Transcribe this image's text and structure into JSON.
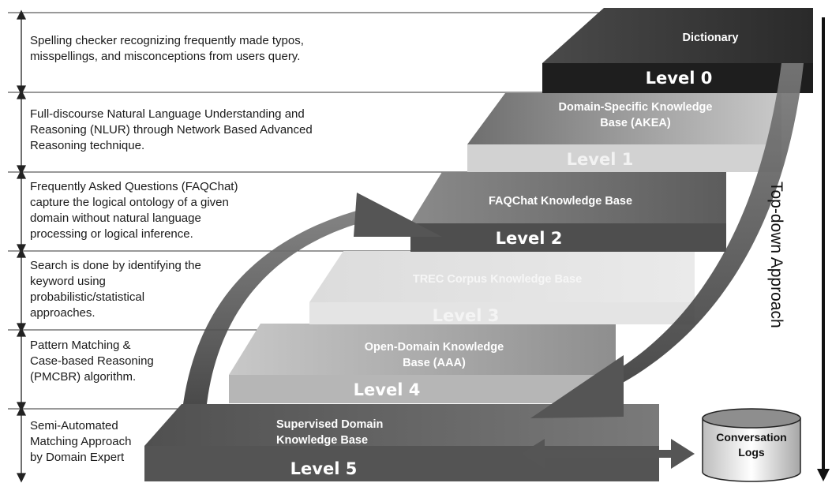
{
  "descriptions": [
    "Spelling checker  recognizing frequently made typos,\nmisspellings, and misconceptions from users query.",
    "Full-discourse Natural Language Understanding and\nReasoning (NLUR)  through Network Based Advanced\nReasoning technique.",
    "Frequently Asked Questions (FAQChat)\ncapture the logical ontology of a given\ndomain without natural language\nprocessing or logical inference.",
    "Search is done by identifying the\nkeyword  using\nprobabilistic/statistical\napproaches.",
    "Pattern Matching &\nCase-based Reasoning\n(PMCBR) algorithm.",
    "Semi-Automated\nMatching Approach\nby Domain Expert"
  ],
  "steps": [
    {
      "title": "Dictionary",
      "level": "Level 0"
    },
    {
      "title": "Domain-Specific Knowledge\nBase (AKEA)",
      "level": "Level 1"
    },
    {
      "title": "FAQChat Knowledge Base",
      "level": "Level 2"
    },
    {
      "title": "TREC Corpus Knowledge Base",
      "level": "Level 3"
    },
    {
      "title": "Open-Domain Knowledge\nBase (AAA)",
      "level": "Level 4"
    },
    {
      "title": "Supervised Domain\nKnowledge Base",
      "level": "Level 5"
    }
  ],
  "side_label": "Top-down Approach",
  "logs_label": "Conversation\nLogs"
}
